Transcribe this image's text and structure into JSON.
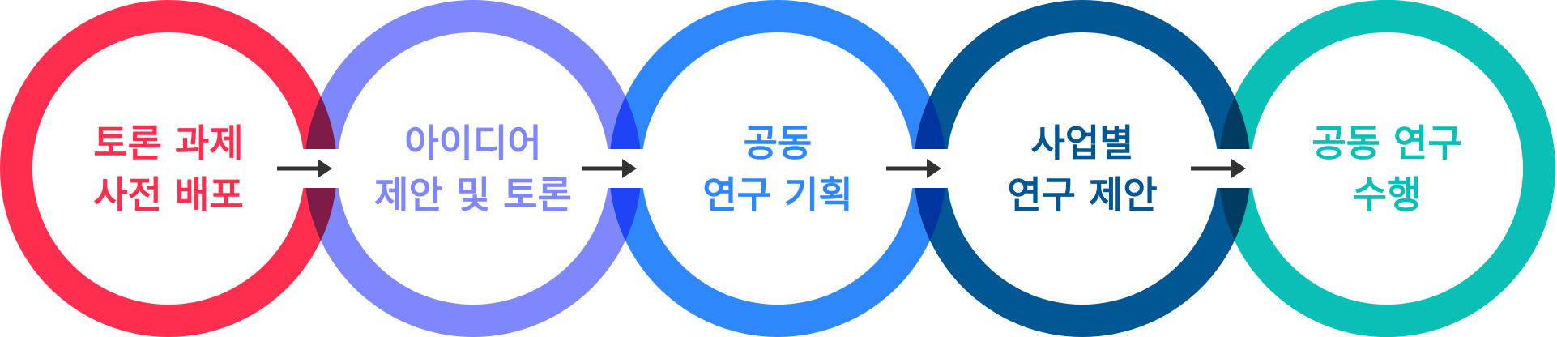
{
  "steps": [
    {
      "lines": [
        "토론 과제",
        "사전 배포"
      ],
      "color": "#ff2e4f"
    },
    {
      "lines": [
        "아이디어",
        "제안 및 토론"
      ],
      "color": "#7f87fc"
    },
    {
      "lines": [
        "공동",
        "연구 기획"
      ],
      "color": "#2f88fb"
    },
    {
      "lines": [
        "사업별",
        "연구 제안"
      ],
      "color": "#005794"
    },
    {
      "lines": [
        "공동 연구",
        "수행"
      ],
      "color": "#0abfb5"
    }
  ],
  "overlap_colors": [
    "#7f1b47",
    "#1f44f5",
    "#00359f",
    "#003c61"
  ],
  "arrow_color": "#333333",
  "arrow_icon": "arrow-right-icon"
}
